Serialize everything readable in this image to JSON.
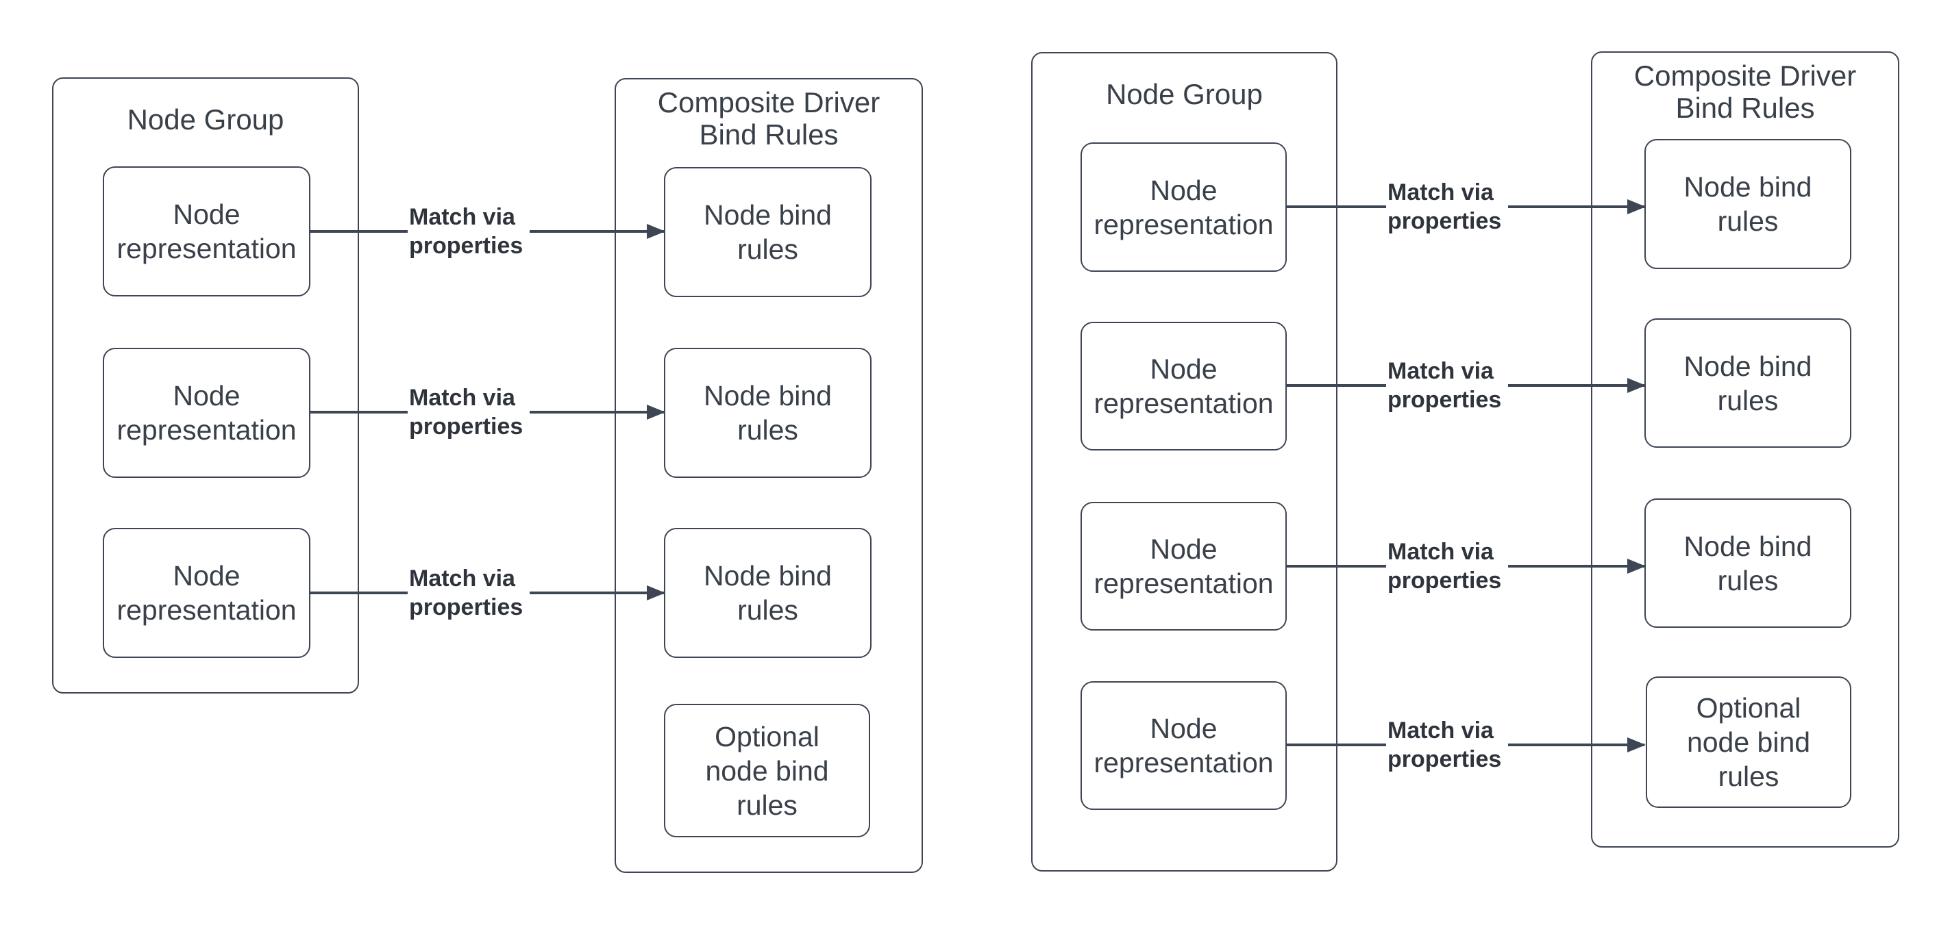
{
  "colors": {
    "background": "#ffffff",
    "stroke": "#3e4653",
    "text": "#394049",
    "label": "#2f343c"
  },
  "diagrams": [
    {
      "side": "left",
      "group": {
        "title": "Node Group",
        "nodes": [
          "Node\nrepresentation",
          "Node\nrepresentation",
          "Node\nrepresentation"
        ]
      },
      "connections": [
        "Match via\nproperties",
        "Match via\nproperties",
        "Match via\nproperties"
      ],
      "composite": {
        "title": "Composite Driver\nBind Rules",
        "rules": [
          "Node bind\nrules",
          "Node bind\nrules",
          "Node bind\nrules",
          "Optional\nnode bind\nrules"
        ]
      }
    },
    {
      "side": "right",
      "group": {
        "title": "Node Group",
        "nodes": [
          "Node\nrepresentation",
          "Node\nrepresentation",
          "Node\nrepresentation",
          "Node\nrepresentation"
        ]
      },
      "connections": [
        "Match via\nproperties",
        "Match via\nproperties",
        "Match via\nproperties",
        "Match via\nproperties"
      ],
      "composite": {
        "title": "Composite Driver\nBind Rules",
        "rules": [
          "Node bind\nrules",
          "Node bind\nrules",
          "Node bind\nrules",
          "Optional\nnode bind\nrules"
        ]
      }
    }
  ]
}
